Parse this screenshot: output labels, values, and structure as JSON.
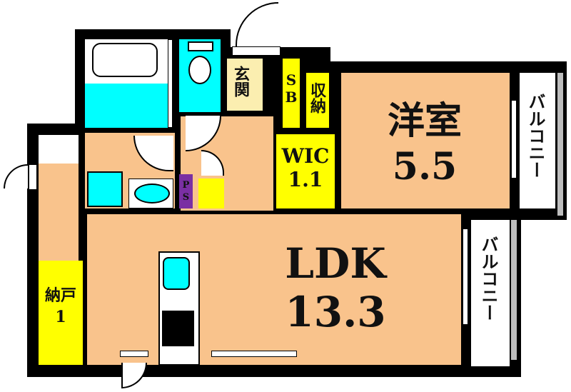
{
  "floorplan": {
    "rooms": {
      "western_room": {
        "name": "洋室",
        "size": "5.5"
      },
      "ldk": {
        "name": "LDK",
        "size": "13.3"
      },
      "wic": {
        "name": "WIC",
        "size": "1.1"
      },
      "storage_closet": {
        "name": "納戸",
        "size": "1"
      },
      "entrance": {
        "name": "玄関"
      },
      "shoe_box": {
        "name": "SB"
      },
      "storage": {
        "name": "収納"
      },
      "pipe_space": {
        "name": "PS"
      },
      "balcony_upper": {
        "name": "バルコニー"
      },
      "balcony_lower": {
        "name": "バルコニー"
      }
    },
    "colors": {
      "floor": "#f9c38c",
      "wet_area": "#00ffff",
      "storage": "#ffff00",
      "entrance": "#fbeeb0",
      "pipe_space": "#7a2fa3",
      "balcony_rail": "#bdbdbd",
      "wall": "#000000"
    }
  }
}
